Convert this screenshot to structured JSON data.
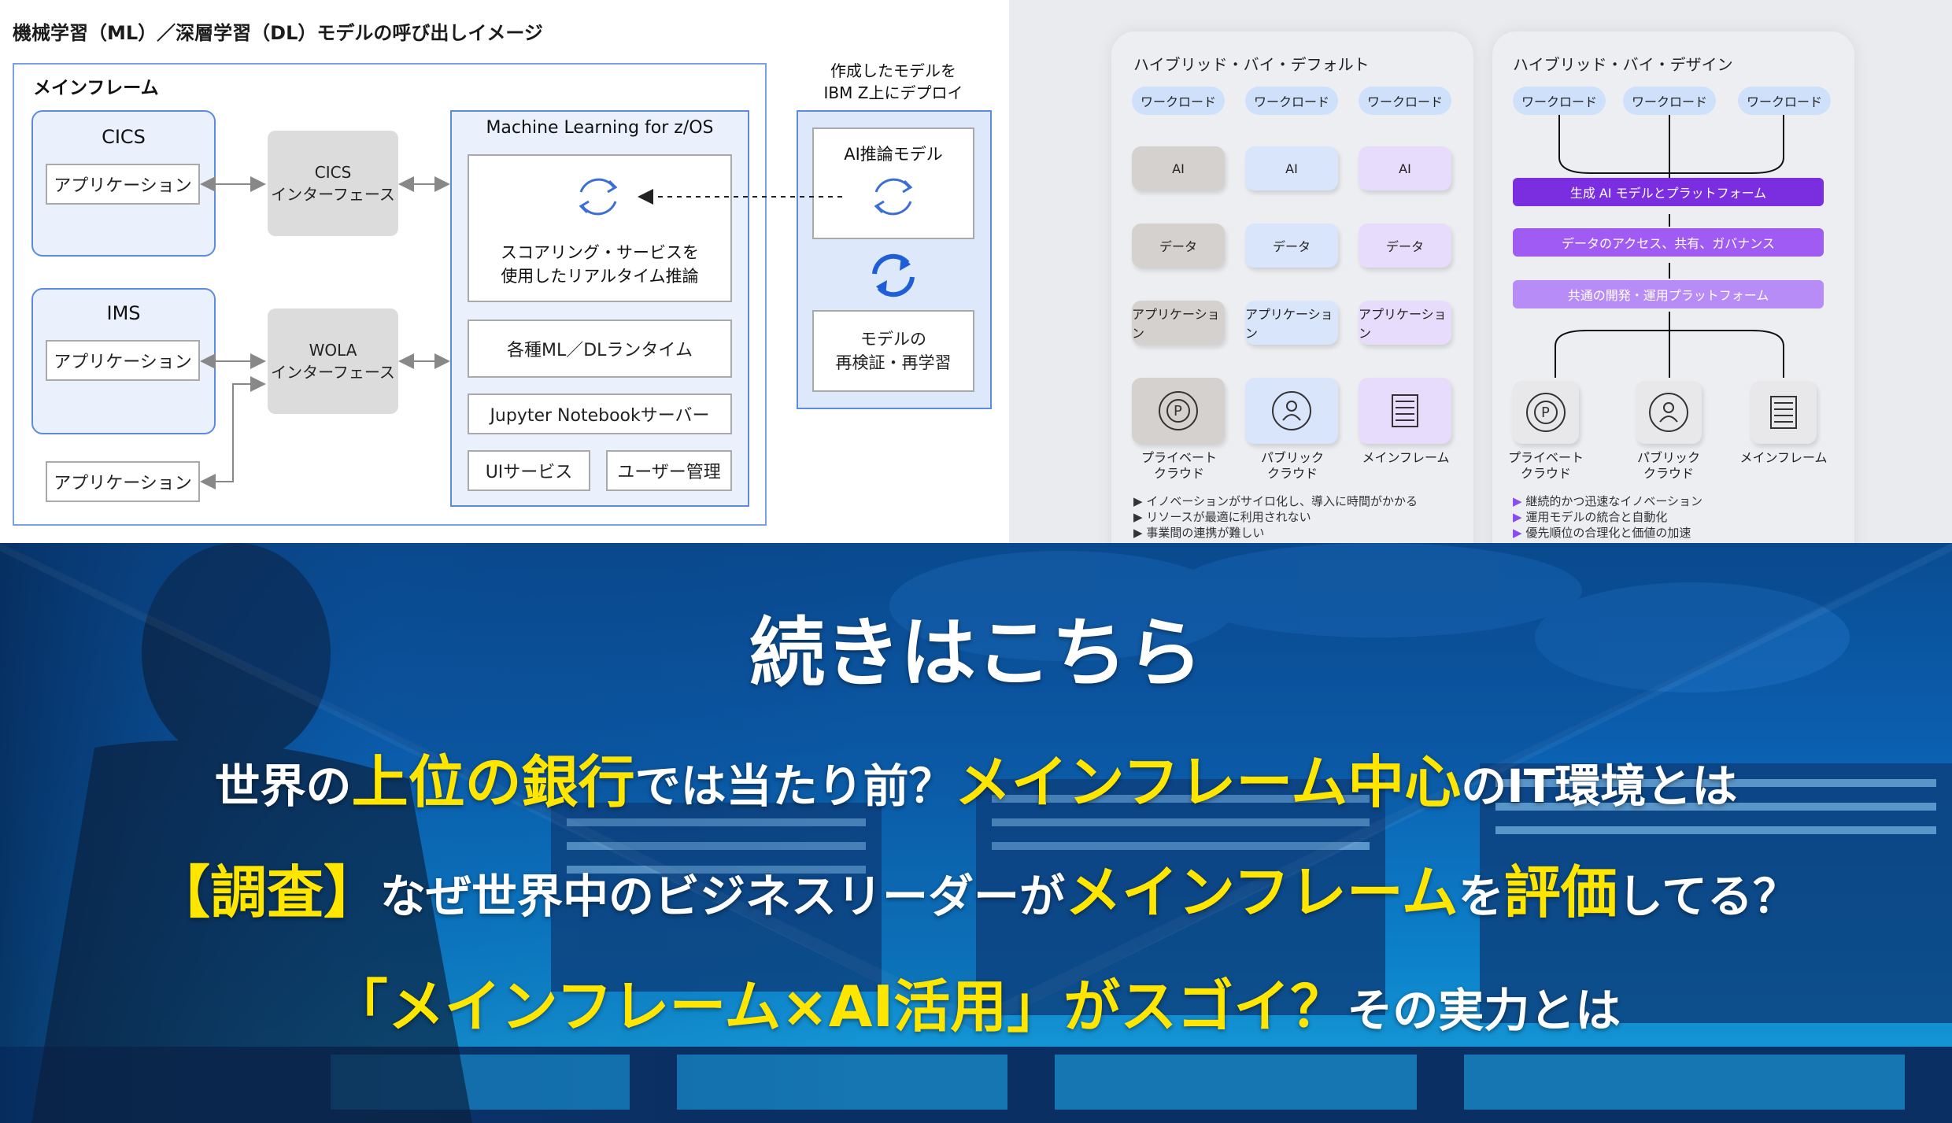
{
  "left_diagram": {
    "title": "機械学習（ML）／深層学習（DL）モデルの呼び出しイメージ",
    "mainframe_label": "メインフレーム",
    "cics": {
      "title": "CICS",
      "app": "アプリケーション"
    },
    "ims": {
      "title": "IMS",
      "app": "アプリケーション"
    },
    "cics_interface": "CICS\nインターフェース",
    "wola_interface": "WOLA\nインターフェース",
    "standalone_app": "アプリケーション",
    "ml_zos": {
      "title": "Machine Learning for z/OS",
      "scoring": "スコアリング・サービスを\n使用したリアルタイム推論",
      "runtime": "各種ML／DLランタイム",
      "jupyter": "Jupyter Notebookサーバー",
      "ui_service": "UIサービス",
      "user_mgmt": "ユーザー管理"
    },
    "deploy_caption": "作成したモデルを\nIBM Z上にデプロイ",
    "ai_model": "AI推論モデル",
    "retrain": "モデルの\n再検証・再学習"
  },
  "hybrid_default": {
    "title": "ハイブリッド・バイ・デフォルト",
    "workload": "ワークロード",
    "ai": "AI",
    "data": "データ",
    "app": "アプリケーション",
    "envs": [
      "プライベート\nクラウド",
      "パブリック\nクラウド",
      "メインフレーム"
    ],
    "bullets": [
      "イノベーションがサイロ化し、導入に時間がかかる",
      "リソースが最適に利用されない",
      "事業間の連携が難しい"
    ]
  },
  "hybrid_design": {
    "title": "ハイブリッド・バイ・デザイン",
    "workload": "ワークロード",
    "bars": [
      "生成 AI モデルとプラットフォーム",
      "データのアクセス、共有、ガバナンス",
      "共通の開発・運用プラットフォーム"
    ],
    "envs": [
      "プライベート\nクラウド",
      "パブリック\nクラウド",
      "メインフレーム"
    ],
    "bullets": [
      "継続的かつ迅速なイノベーション",
      "運用モデルの統合と自動化",
      "優先順位の合理化と価値の加速"
    ]
  },
  "banner": {
    "heading": "続きはこちら",
    "line1": [
      "世界の",
      "上位の銀行",
      "では当たり前？",
      "メインフレーム中心",
      "のIT環境とは"
    ],
    "line2": [
      "【調査】",
      "なぜ世界中のビジネスリーダーが",
      "メインフレーム",
      "を",
      "評価",
      "してる？"
    ],
    "line3": [
      "「メインフレーム×AI活用」がスゴイ？",
      "その実力とは"
    ]
  },
  "colors": {
    "accent_yellow": "#ffe600",
    "banner_blue": "#0b5fb0",
    "bar_purple": "#7a2ee0"
  }
}
